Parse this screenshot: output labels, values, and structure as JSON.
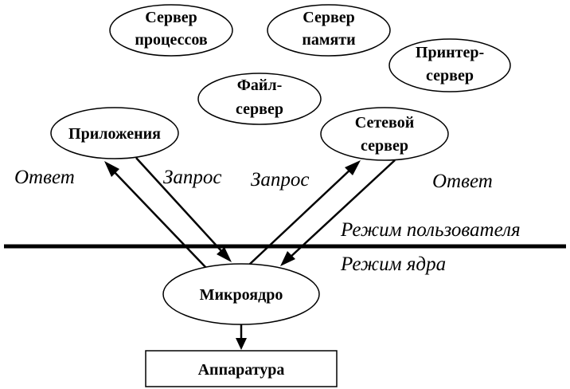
{
  "nodes": {
    "process_server": [
      "Сервер",
      "процессов"
    ],
    "memory_server": [
      "Сервер",
      "памяти"
    ],
    "printer_server": [
      "Принтер-",
      "сервер"
    ],
    "file_server": [
      "Файл-",
      "сервер"
    ],
    "applications": [
      "Приложения"
    ],
    "network_server": [
      "Сетевой",
      "сервер"
    ],
    "microkernel": [
      "Микроядро"
    ],
    "hardware": [
      "Аппаратура"
    ]
  },
  "labels": {
    "left_response": "Ответ",
    "left_request": "Запрос",
    "right_request": "Запрос",
    "right_response": "Ответ",
    "user_mode": "Режим пользователя",
    "kernel_mode": "Режим ядра"
  }
}
